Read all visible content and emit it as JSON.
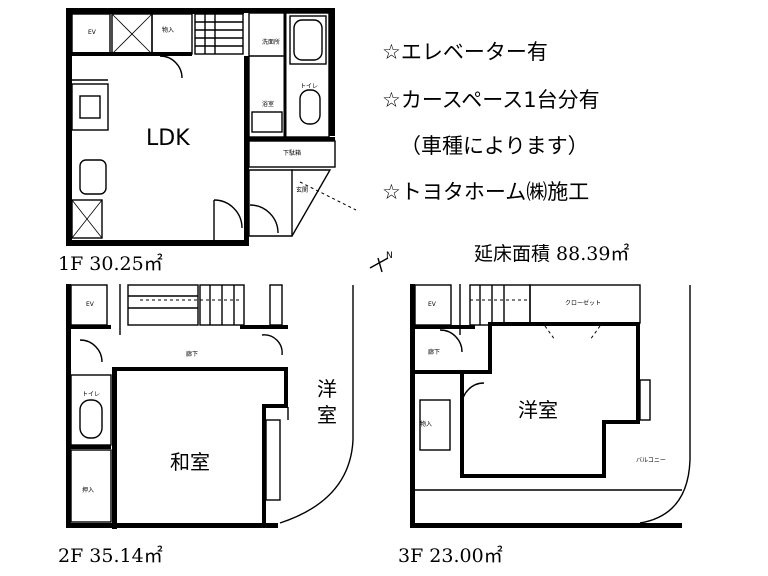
{
  "features": [
    "☆エレベーター有",
    "☆カースペース1台分有",
    "（車種によります）",
    "☆トヨタホーム㈱施工"
  ],
  "total_floor_area": "延床面積 88.39㎡",
  "floors": {
    "f1": {
      "label": "1F 30.25㎡",
      "rooms": {
        "main": "LDK"
      }
    },
    "f2": {
      "label": "2F 35.14㎡",
      "rooms": {
        "washitsu": "和室",
        "yoshitsu": "洋室"
      }
    },
    "f3": {
      "label": "3F 23.00㎡",
      "rooms": {
        "yoshitsu": "洋室"
      }
    }
  },
  "small_labels": {
    "ev": "EV",
    "toilet": "トイレ",
    "bath": "浴室",
    "washroom": "洗面所",
    "hall": "廊下",
    "closet": "クローゼット",
    "storage": "押入",
    "balcony": "バルコニー",
    "shoebox": "下駄箱",
    "entrance": "玄関",
    "stairs_storage": "物入"
  },
  "compass": "N"
}
